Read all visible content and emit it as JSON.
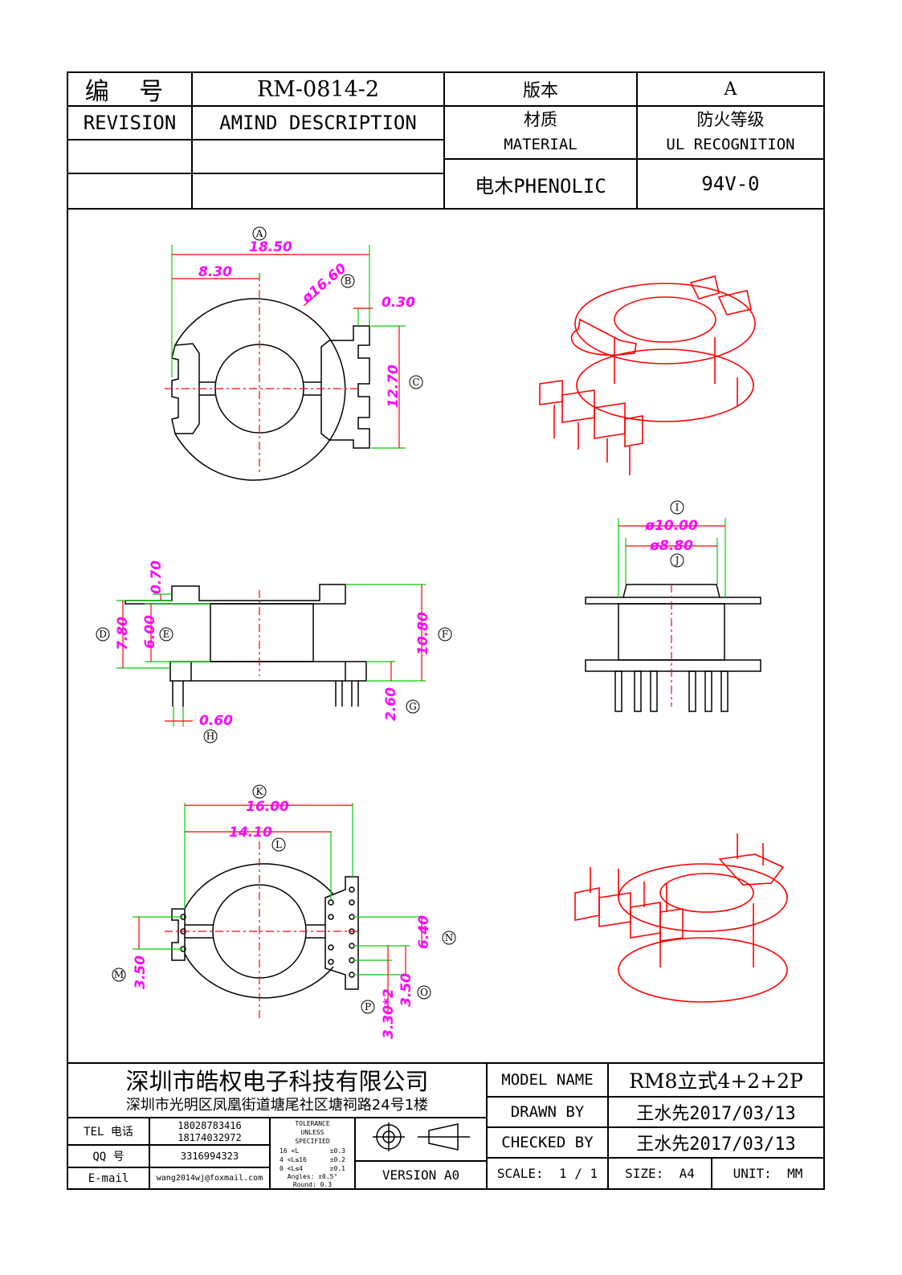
{
  "header": {
    "number_label": "编 号",
    "number_value": "RM-0814-2",
    "version_label": "版本",
    "version_value": "A",
    "revision_label": "REVISION",
    "amind_label": "AMIND DESCRIPTION",
    "material_cn": "材质",
    "material_en": "MATERIAL",
    "ul_cn": "防火等级",
    "ul_en": "UL RECOGNITION",
    "material_value": "电木PHENOLIC",
    "ul_value": "94V-0"
  },
  "dimensions": {
    "A": {
      "tag": "A",
      "value": "18.50"
    },
    "B": {
      "tag": "B",
      "value": "ø16.60"
    },
    "C": {
      "tag": "C",
      "value": "12.70"
    },
    "top_8_30": {
      "value": "8.30"
    },
    "top_0_30": {
      "value": "0.30"
    },
    "D": {
      "tag": "D",
      "value": "7.80"
    },
    "E": {
      "tag": "E",
      "value": "6.00"
    },
    "side_0_70": {
      "value": "0.70"
    },
    "F": {
      "tag": "F",
      "value": "10.80"
    },
    "G": {
      "tag": "G",
      "value": "2.60"
    },
    "H": {
      "tag": "H",
      "value": "0.60"
    },
    "I": {
      "tag": "I",
      "value": "ø10.00"
    },
    "J": {
      "tag": "J",
      "value": "ø8.80"
    },
    "K": {
      "tag": "K",
      "value": "16.00"
    },
    "L": {
      "tag": "L",
      "value": "14.10"
    },
    "M": {
      "tag": "M",
      "value": "3.50"
    },
    "N": {
      "tag": "N",
      "value": "6.40"
    },
    "O": {
      "tag": "O",
      "value": "3.50"
    },
    "P": {
      "tag": "P",
      "value": "3.30*2"
    }
  },
  "footer": {
    "company": "深圳市皓权电子科技有限公司",
    "address": "深圳市光明区凤凰街道塘尾社区塘祠路24号1楼",
    "tel_label": "TEL 电话",
    "tel_1": "18028783416",
    "tel_2": "18174032972",
    "qq_label": "QQ  号",
    "qq_value": "3316994323",
    "email_label": "E-mail",
    "email_value": "wang2014wj@foxmail.com",
    "tolerance": {
      "title_1": "TOLERANCE",
      "title_2": "UNLESS",
      "title_3": "SPECIFIED",
      "row_1": "16 <L        ±0.3",
      "row_2": "4 <L≤16      ±0.2",
      "row_3": "0 <L≤4       ±0.1",
      "row_4": "Angles: ±0.5°",
      "row_5": "Round: 0.3"
    },
    "version": "VERSION A0",
    "model_label": "MODEL NAME",
    "model_value": "RM8立式4+2+2P",
    "drawn_label": "DRAWN BY",
    "drawn_value": "王水先2017/03/13",
    "checked_label": "CHECKED BY",
    "checked_value": "王水先2017/03/13",
    "scale_label": "SCALE:  1 / 1",
    "size_label": "SIZE:  A4",
    "unit_label": "UNIT:  MM"
  },
  "colors": {
    "dimension": "#ff00ff",
    "extension": "#00cc00",
    "centerline": "#ff0000",
    "isometric": "#ff0000"
  }
}
